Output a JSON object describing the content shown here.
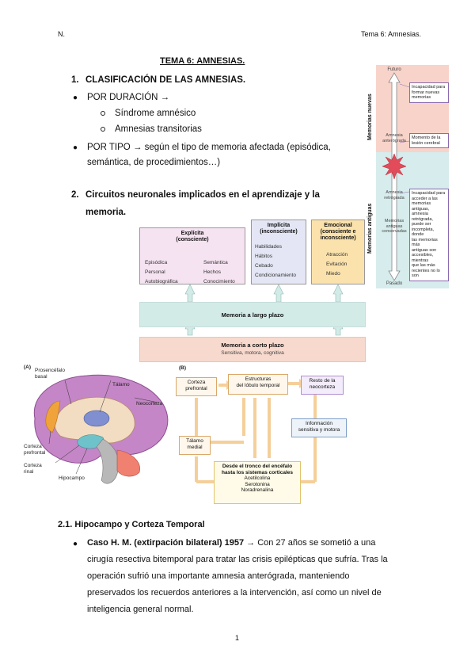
{
  "header": {
    "left": "N.",
    "right": "Tema 6: Amnesias."
  },
  "title": "TEMA 6: AMNESIAS.",
  "sections": {
    "s1": {
      "number": "1.",
      "title": "CLASIFICACIÓN DE LAS AMNESIAS."
    },
    "por_duracion": "POR DURACIÓN →",
    "sub1": "Síndrome amnésico",
    "sub2": "Amnesias transitorias",
    "por_tipo_1": "POR TIPO → según el tipo de memoria afectada (episódica,",
    "por_tipo_2": "semántica, de procedimientos…)",
    "s2": {
      "number": "2.",
      "title_1": "Circuitos neuronales implicados en el aprendizaje y la",
      "title_2": "memoria."
    },
    "s21": "2.1. Hipocampo y Corteza Temporal",
    "case_bold": "Caso H. M. (extirpación bilateral) 1957",
    "case_arrow": "→",
    "case_l1": " Con 27 años se sometió a una",
    "case_l2": "cirugía resectiva bitemporal para tratar las crisis epilépticas que sufría. Tras la",
    "case_l3": "operación sufrió una importante amnesia anterógrada, manteniendo",
    "case_l4": "preservados los recuerdos anteriores a la intervención, así como un nivel de",
    "case_l5": "inteligencia general normal."
  },
  "timeline": {
    "futuro": "Futuro",
    "pasado": "Pasado",
    "side_top": "Memorias nuevas",
    "side_bot": "Memorias antiguas",
    "amnesia_ant": [
      "Amnesia",
      "anterógrada"
    ],
    "amnesia_ret": [
      "Amnesia",
      "retrógrada"
    ],
    "mem_conserv": [
      "Memorias",
      "antiguas",
      "conservadas"
    ],
    "note1": [
      "Incapacidad para",
      "formar nuevas",
      "memorias"
    ],
    "note2": [
      "Momento de la",
      "lesión cerebral"
    ],
    "note3": [
      "Incapacidad para",
      "acceder a las",
      "memorias antiguas,",
      "amnesia retrógrada,",
      "puede ser",
      "incompleta, donde",
      "las memorias más",
      "antiguas son",
      "accesibles, mientras",
      "que las más",
      "recientes no lo son"
    ],
    "colors": {
      "top": "#f8d3c9",
      "bottom": "#d7ecec",
      "note_border": "#8b6ab0"
    }
  },
  "memory_types": {
    "explicita": {
      "title": [
        "Explícita",
        "(consciente)"
      ],
      "items_l": [
        "Episódica",
        "Personal",
        "Autobiográfica"
      ],
      "items_r": [
        "Semántica",
        "Hechos",
        "Conocimiento"
      ]
    },
    "implicita": {
      "title": [
        "Implícita",
        "(inconsciente)"
      ],
      "items": [
        "Habilidades",
        "Hábitos",
        "Cebado",
        "Condicionamiento"
      ]
    },
    "emocional": {
      "title": [
        "Emocional",
        "(consciente e",
        "inconsciente)"
      ],
      "items": [
        "Atracción",
        "Evitación",
        "Miedo"
      ]
    },
    "largo": "Memoria a largo plazo",
    "corto": "Memoria a corto plazo",
    "corto_sub": "Sensitiva, motora, cognitiva",
    "colors": {
      "explicita": "#f6e3f2",
      "implicita": "#e4e6f5",
      "emocional": "#fbe2ac",
      "largo": "#d3ebe7",
      "corto": "#f7d9ce"
    }
  },
  "brain": {
    "tag": "(A)",
    "labels": {
      "prosencefalo": [
        "Prosencéfalo",
        "basal"
      ],
      "talamo": "Tálamo",
      "neocorteza": "Neocorteza",
      "corteza_pref": [
        "Corteza",
        "prefrontal"
      ],
      "corteza_rinal": [
        "Corteza",
        "rinal"
      ],
      "hipocampo": "Hipocampo"
    }
  },
  "circuit": {
    "tag": "(B)",
    "corteza_pref": [
      "Corteza",
      "prefrontal"
    ],
    "estructuras": [
      "Estructuras",
      "del lóbulo temporal"
    ],
    "resto": [
      "Resto de la",
      "neocorteza"
    ],
    "info": [
      "Información",
      "sensitiva y motora"
    ],
    "talamo": [
      "Tálamo",
      "medial"
    ],
    "tronco": [
      "Desde el tronco del encéfalo",
      "hasta los sistemas corticales",
      "Acetilcolina",
      "Serotonina",
      "Noradrenalina"
    ]
  },
  "page_number": "1"
}
